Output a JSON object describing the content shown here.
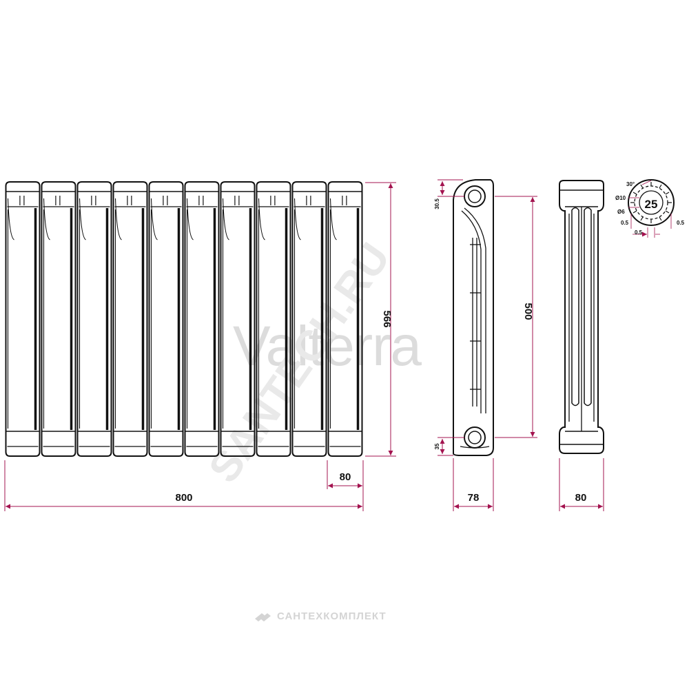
{
  "colors": {
    "line": "#111111",
    "dimension": "#a3134f",
    "watermark": "#d9d9d9",
    "background": "#ffffff"
  },
  "watermarks": {
    "brand": "Valterra",
    "diagonal": "SANTECH.RU",
    "footer": "САНТЕХКОМПЛЕКТ",
    "footer_icon": "santechkomplekt-logo-icon"
  },
  "front_view": {
    "sections": 10,
    "dim_total_width": "800",
    "dim_section_width": "80",
    "dim_total_height": "566"
  },
  "side_view": {
    "dim_axis_distance": "500",
    "dim_depth": "78",
    "dim_top_offset": "30.5",
    "dim_bottom_offset": "35"
  },
  "end_view": {
    "dim_width": "80",
    "thread": "25",
    "detail_labels": {
      "angle": "30°",
      "outer_diameter": "Ø10",
      "inner_diameter": "Ø6",
      "left_gap": "0.5",
      "bottom_gap": "0.5",
      "right_gap": "0.5"
    }
  }
}
